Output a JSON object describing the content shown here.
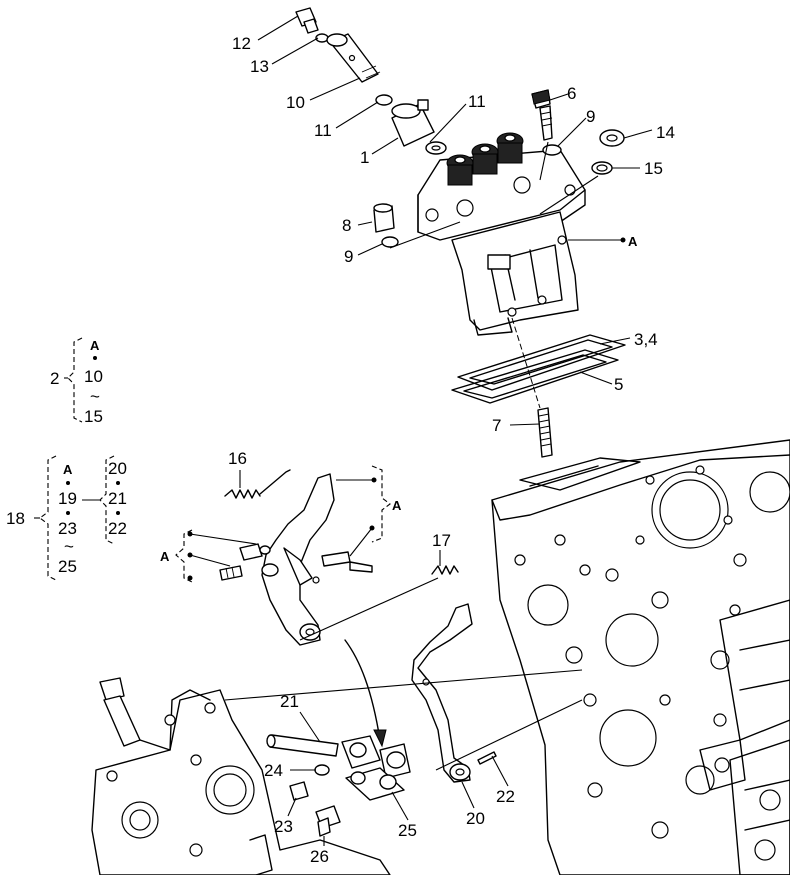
{
  "callouts": {
    "c1": "1",
    "c2": "2",
    "c3_4": "3,4",
    "c5": "5",
    "c6": "6",
    "c7": "7",
    "c8": "8",
    "c9a": "9",
    "c9b": "9",
    "c10": "10",
    "c11a": "11",
    "c11b": "11",
    "c12": "12",
    "c13": "13",
    "c14": "14",
    "c15": "15",
    "c16": "16",
    "c17": "17",
    "c18": "18",
    "c20": "20",
    "c21": "21",
    "c22": "22",
    "c23": "23",
    "c24": "24",
    "c25": "25",
    "c26": "26"
  },
  "refs": {
    "pump_ref": "A",
    "lever_ref": "A",
    "spring_ref": "A"
  },
  "kit2": {
    "ref": "A",
    "from": "10",
    "tilde": "~",
    "to": "15"
  },
  "kit18": {
    "ref": "A",
    "a": "19",
    "b": "23",
    "tilde": "~",
    "c": "25",
    "sub_a": "20",
    "sub_b": "21",
    "sub_c": "22"
  }
}
